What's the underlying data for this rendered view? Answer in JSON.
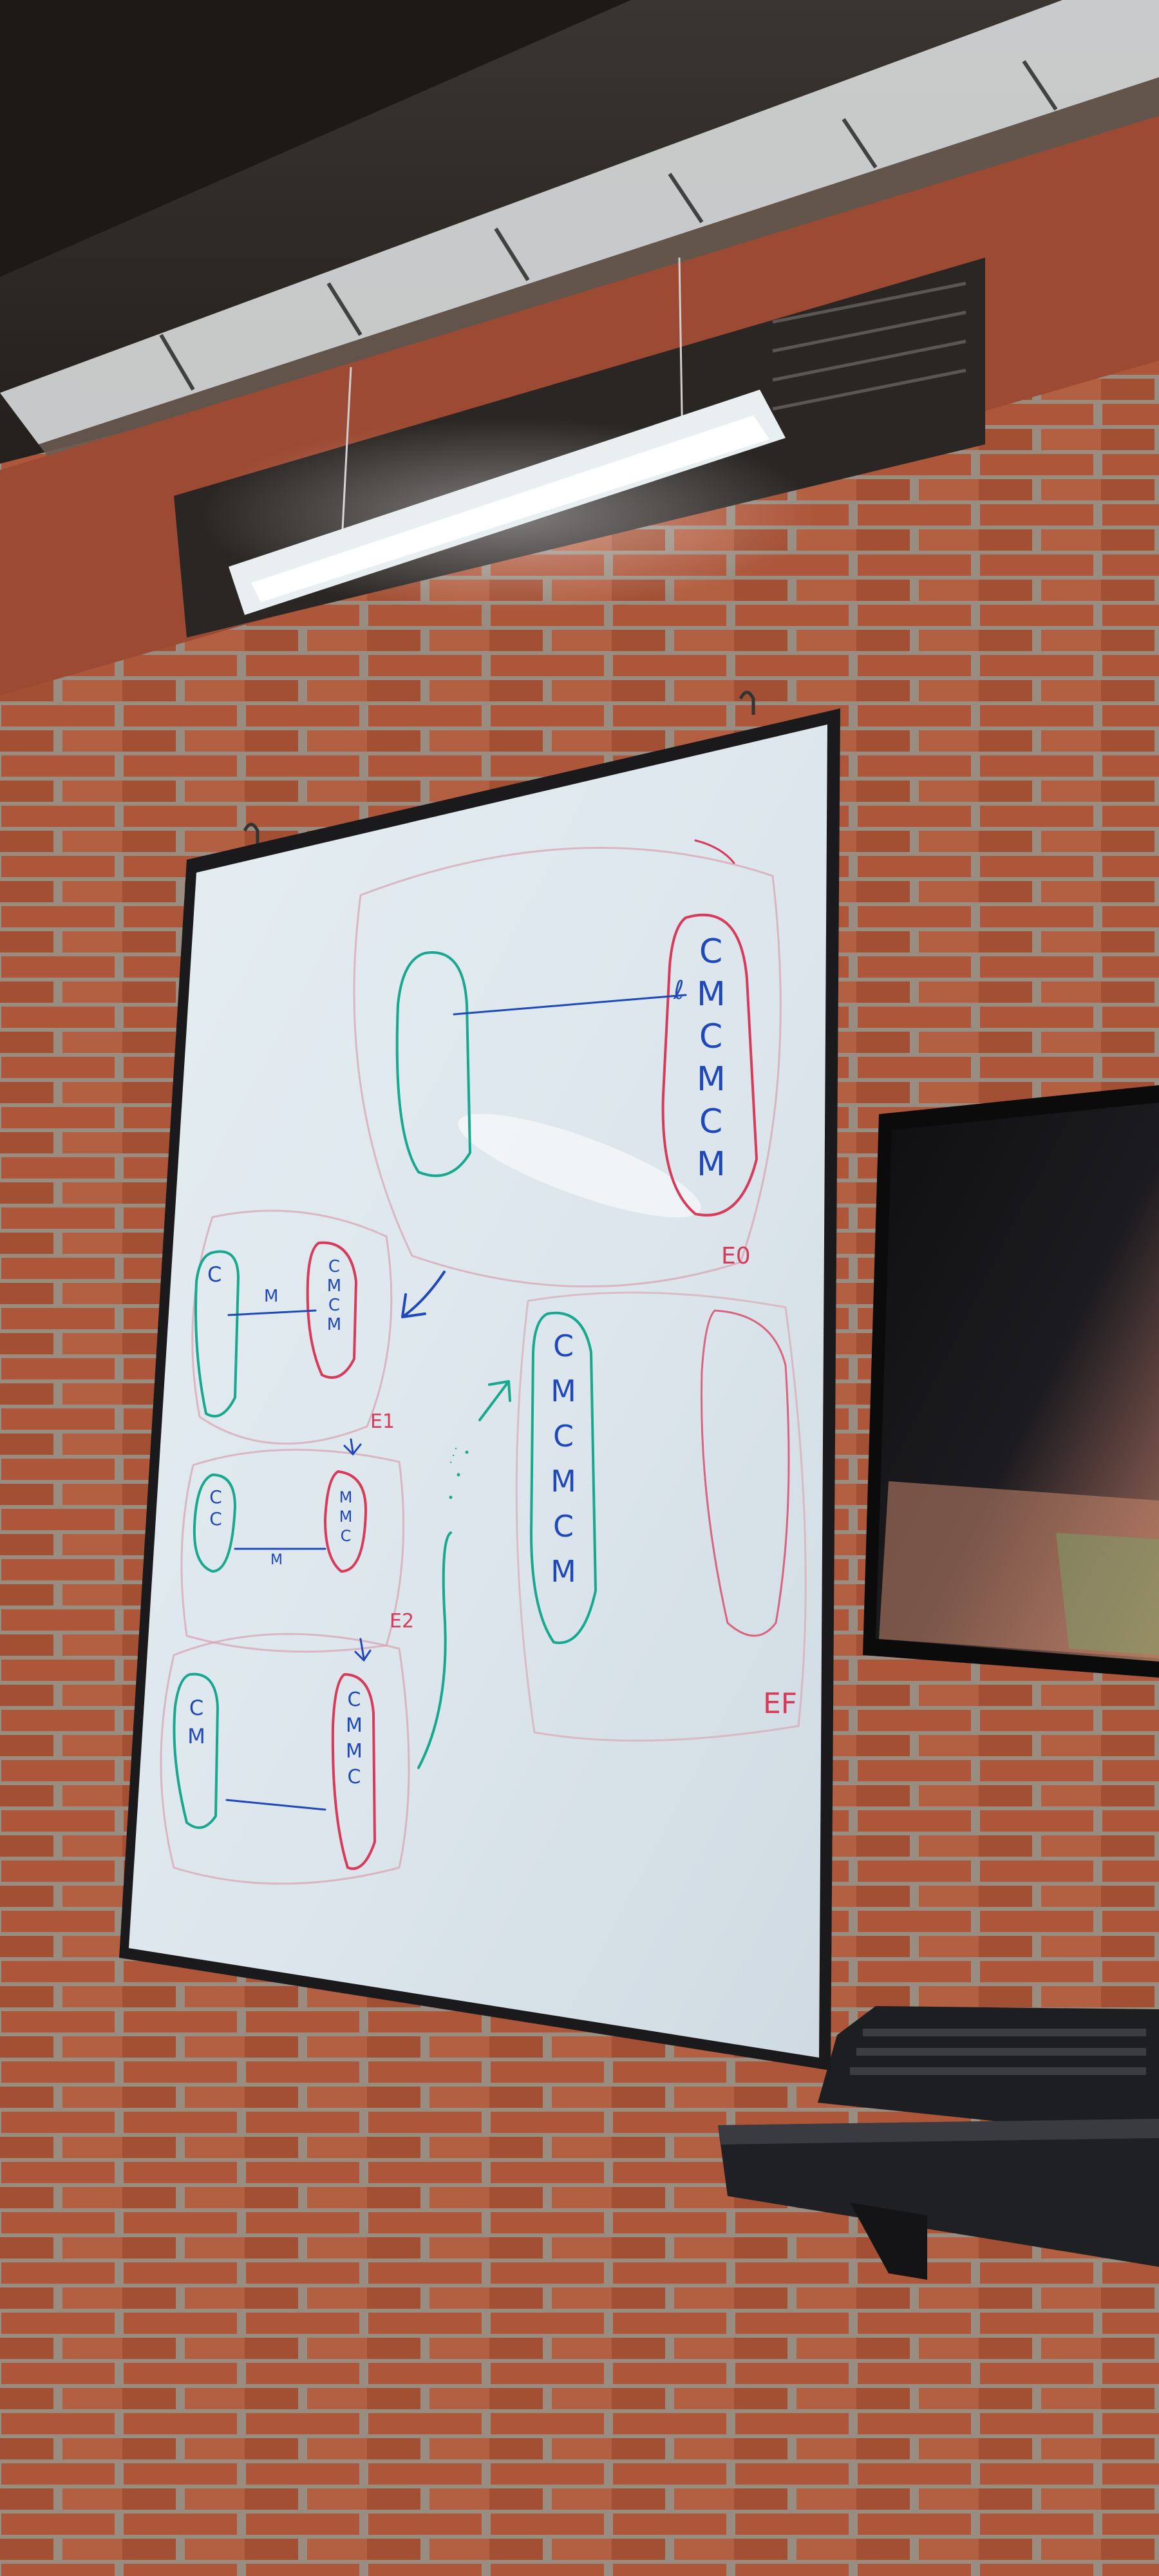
{
  "scene": {
    "colors": {
      "brick": "#b65a3d",
      "mortar": "#a09585",
      "ceiling": "#2f2a26",
      "whiteboard": "#dfe8ee",
      "frame": "#1b1b1d",
      "marker_green": "#17a88e",
      "marker_red": "#d83a5a",
      "marker_blue": "#1f48b8",
      "monitor": "#121214",
      "light": "#f4f8fb"
    },
    "objects": [
      "ceiling-light-fixture",
      "whiteboard",
      "wall-monitor",
      "keyboard",
      "wall-shelf",
      "brick-wall"
    ]
  },
  "whiteboard": {
    "stage_labels": {
      "initial": "E0",
      "first": "E1",
      "second": "E2",
      "final": "EF"
    },
    "initial_state": {
      "right_column": [
        "C",
        "M",
        "C",
        "M",
        "C",
        "M"
      ],
      "boat_mark": "ℓ"
    },
    "step_one": {
      "boat_label": "M",
      "right_column": [
        "C",
        "M",
        "C",
        "M"
      ],
      "left_column": [
        "C"
      ]
    },
    "step_two": {
      "boat_label": "M",
      "left_column": [
        "C",
        "C"
      ],
      "right_column": [
        "M",
        "M",
        "C"
      ]
    },
    "step_three": {
      "left_column": [
        "C",
        "M"
      ],
      "right_column": [
        "C",
        "M",
        "M",
        "C"
      ]
    },
    "final_state": {
      "left_column": [
        "C",
        "M",
        "C",
        "M",
        "C",
        "M"
      ],
      "ellipsis": "· · ·"
    }
  }
}
